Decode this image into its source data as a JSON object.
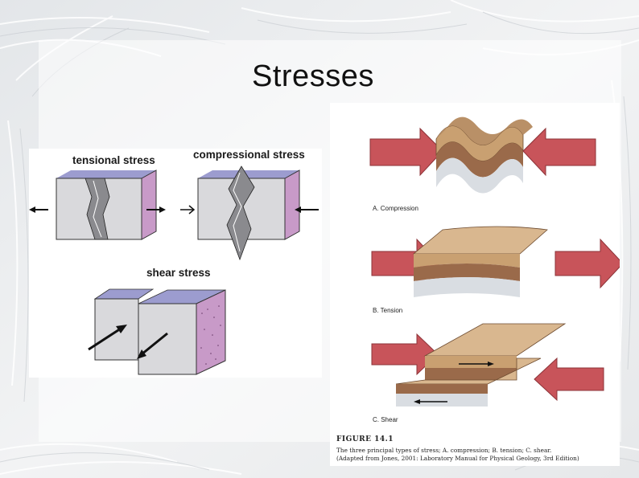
{
  "slide": {
    "title": "Stresses"
  },
  "left_figure": {
    "tensional_label": "tensional stress",
    "compressional_label": "compressional stress",
    "shear_label": "shear stress"
  },
  "right_figure": {
    "caption_a": "A. Compression",
    "caption_b": "B. Tension",
    "caption_c": "C. Shear",
    "figure_title": "FIGURE 14.1",
    "figure_line1": "The three principal types of stress; A. compression; B. tension; C. shear.",
    "figure_line2": "(Adapted from Jones, 2001: Laboratory Manual for Physical Geology, 3rd Edition)"
  },
  "colors": {
    "block_gray": "#d9d9dc",
    "block_top": "#9c9ccf",
    "block_side": "#c89ac8",
    "arrow_red": "#c8545a",
    "layer_tan": "#c9a071",
    "layer_brown": "#9a6a4a",
    "layer_gray": "#d9dde2"
  }
}
